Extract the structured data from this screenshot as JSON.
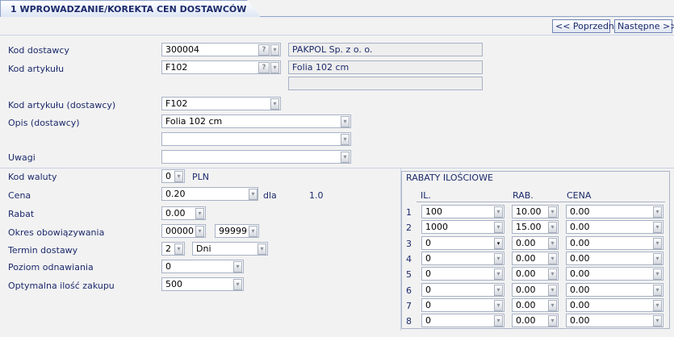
{
  "tab": {
    "title": "1 WPROWADZANIE/KOREKTA CEN DOSTAWCÓW"
  },
  "nav": {
    "prev_label": "<< Poprzedni",
    "next_label": "Następne >>"
  },
  "form": {
    "kod_dostawcy": {
      "label": "Kod dostawcy",
      "value": "300004",
      "name_display": "PAKPOL Sp. z o. o."
    },
    "kod_artykulu": {
      "label": "Kod artykułu",
      "value": "F102",
      "name_display": "Folia 102 cm",
      "extra_display": ""
    },
    "kod_artykulu_dostawcy": {
      "label": "Kod artykułu (dostawcy)",
      "value": "F102"
    },
    "opis_dostawcy": {
      "label": "Opis (dostawcy)",
      "value": "Folia 102 cm",
      "value2": ""
    },
    "uwagi": {
      "label": "Uwagi",
      "value": ""
    },
    "kod_waluty": {
      "label": "Kod waluty",
      "value": "0",
      "currency": "PLN"
    },
    "cena": {
      "label": "Cena",
      "value": "0.20",
      "dla_label": "dla",
      "dla_value": "1.0"
    },
    "rabat": {
      "label": "Rabat",
      "value": "0.00"
    },
    "okres": {
      "label": "Okres obowiązywania",
      "from": "00000",
      "to": "99999"
    },
    "termin": {
      "label": "Termin dostawy",
      "value": "2",
      "unit": "Dni"
    },
    "poziom": {
      "label": "Poziom odnawiania",
      "value": "0"
    },
    "optymalna": {
      "label": "Optymalna ilość zakupu",
      "value": "500"
    }
  },
  "rabaty": {
    "title": "RABATY ILOŚCIOWE",
    "headers": {
      "il": "IL.",
      "rab": "RAB.",
      "cena": "CENA"
    },
    "rows": [
      {
        "no": "1",
        "il": "100",
        "rab": "10.00",
        "cena": "0.00"
      },
      {
        "no": "2",
        "il": "1000",
        "rab": "15.00",
        "cena": "0.00"
      },
      {
        "no": "3",
        "il": "0",
        "rab": "0.00",
        "cena": "0.00"
      },
      {
        "no": "4",
        "il": "0",
        "rab": "0.00",
        "cena": "0.00"
      },
      {
        "no": "5",
        "il": "0",
        "rab": "0.00",
        "cena": "0.00"
      },
      {
        "no": "6",
        "il": "0",
        "rab": "0.00",
        "cena": "0.00"
      },
      {
        "no": "7",
        "il": "0",
        "rab": "0.00",
        "cena": "0.00"
      },
      {
        "no": "8",
        "il": "0",
        "rab": "0.00",
        "cena": "0.00"
      }
    ]
  },
  "icons": {
    "lookup": "?",
    "dropdown": "▾"
  }
}
